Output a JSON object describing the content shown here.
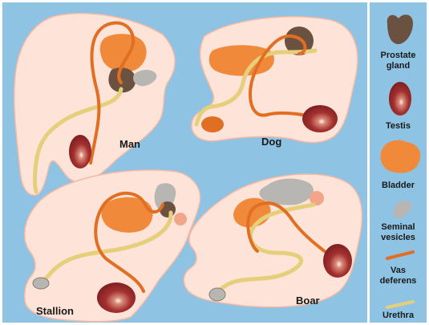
{
  "panels": {
    "man": {
      "label": "Man"
    },
    "dog": {
      "label": "Dog"
    },
    "stallion": {
      "label": "Stallion"
    },
    "boar": {
      "label": "Boar"
    }
  },
  "legend": {
    "prostate": {
      "line1": "Prostate",
      "line2": "gland",
      "color": "#6b5240"
    },
    "testis": {
      "line1": "Testis",
      "color": "#a3302f"
    },
    "bladder": {
      "line1": "Bladder",
      "color": "#f08a3a"
    },
    "seminal": {
      "line1": "Seminal",
      "line2": "vesicles",
      "color": "#b8b6b3"
    },
    "vas": {
      "line1": "Vas",
      "line2": "deferens",
      "color": "#e06f24"
    },
    "urethra": {
      "line1": "Urethra",
      "color": "#e6cf7a"
    }
  },
  "colors": {
    "background": "#8ec3e4",
    "body": "#fde3d8",
    "body_outline": "#f3b9a6"
  }
}
